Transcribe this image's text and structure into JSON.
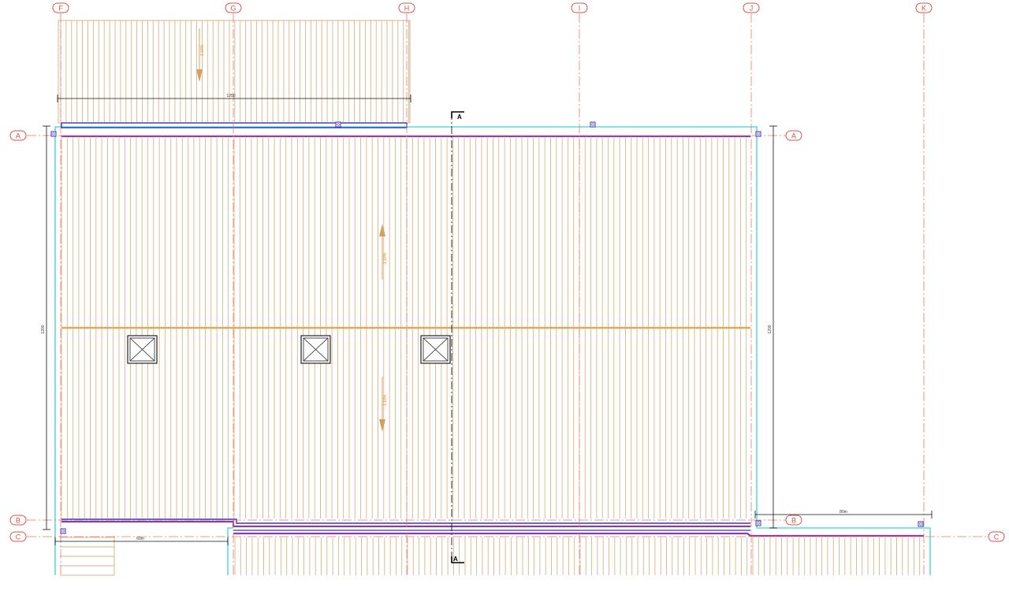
{
  "colors": {
    "background": "#ffffff",
    "grid_line": "#e8786a",
    "grid_bubble": "#d9534f",
    "rafter": "#d9b48a",
    "ridge": "#e0a860",
    "outline_cyan": "#36d6d6",
    "fascia_blue": "#3333cc",
    "gutter_purple": "#8a3f9e",
    "dimension": "#111111",
    "slope_arrow": "#d4a060",
    "section": "#000000"
  },
  "grid": {
    "vertical_labels": [
      "F",
      "G",
      "H",
      "I",
      "J",
      "K"
    ],
    "horizontal_labels": [
      "A",
      "B",
      "C"
    ]
  },
  "section_marker": {
    "label": "A"
  },
  "dimensions": {
    "top_extension_width": "1250",
    "main_height_left": "1200",
    "main_height_right": "1200",
    "right_extension_width": "80m",
    "bottom_left_width": "60m"
  },
  "slope_labels": {
    "top_extension": "1:10%",
    "main_upper": "1:10%",
    "main_lower": "1:10%"
  },
  "icons": {
    "skylight": "skylight-icon",
    "downpipe": "downpipe-icon",
    "slope_arrow": "slope-arrow-icon",
    "section_marker": "section-marker-icon",
    "grid_bubble": "grid-bubble-icon"
  }
}
